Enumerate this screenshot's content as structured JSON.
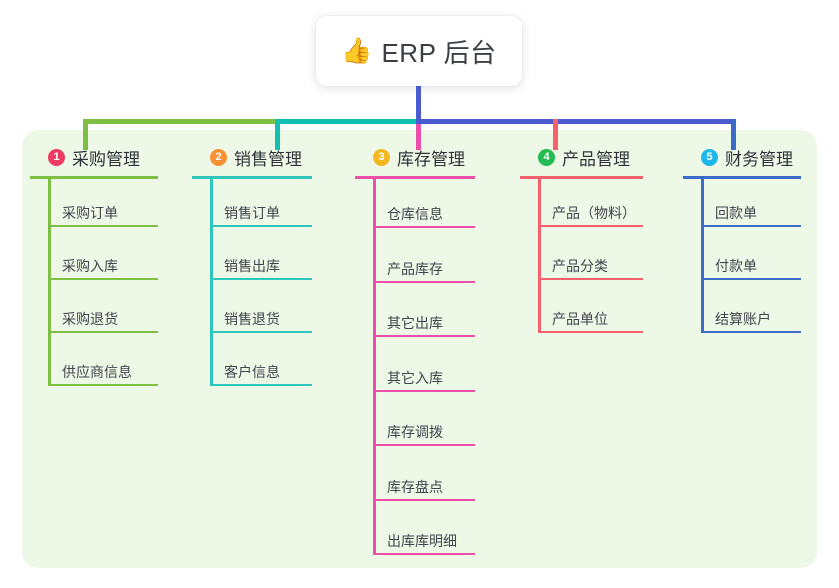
{
  "root": {
    "emoji": "👍",
    "icon_name": "thumbs-up-icon",
    "title": "ERP 后台"
  },
  "palette": {
    "panel_bg": "#eef8e7",
    "page_bg": "#ffffff",
    "stem_top": "#4a5bd0",
    "stem_bottom": "#ec4faa",
    "bus_green": "#7ebe43",
    "bus_teal": "#13bfb0",
    "bus_purple": "#4a5bd0",
    "drop_green": "#7ebe43",
    "drop_teal": "#13bfb0",
    "drop_red": "#f4606c",
    "drop_blue": "#3b6cc8"
  },
  "columns": [
    {
      "number": "1",
      "title": "采购管理",
      "badge_color": "#ef3b62",
      "line_color": "#7ebe43",
      "items": [
        {
          "label": "采购订单"
        },
        {
          "label": "采购入库"
        },
        {
          "label": "采购退货"
        },
        {
          "label": "供应商信息"
        }
      ]
    },
    {
      "number": "2",
      "title": "销售管理",
      "badge_color": "#f79234",
      "line_color": "#2ec6bb",
      "items": [
        {
          "label": "销售订单"
        },
        {
          "label": "销售出库"
        },
        {
          "label": "销售退货"
        },
        {
          "label": "客户信息"
        }
      ]
    },
    {
      "number": "3",
      "title": "库存管理",
      "badge_color": "#f5b721",
      "line_color": "#ee4fa8",
      "items": [
        {
          "label": "仓库信息"
        },
        {
          "label": "产品库存"
        },
        {
          "label": "其它出库"
        },
        {
          "label": "其它入库"
        },
        {
          "label": "库存调拨"
        },
        {
          "label": "库存盘点"
        },
        {
          "label": "出库库明细"
        }
      ]
    },
    {
      "number": "4",
      "title": "产品管理",
      "badge_color": "#23bb52",
      "line_color": "#f4606c",
      "items": [
        {
          "label": "产品（物料）"
        },
        {
          "label": "产品分类"
        },
        {
          "label": "产品单位"
        }
      ]
    },
    {
      "number": "5",
      "title": "财务管理",
      "badge_color": "#1eb8e8",
      "line_color": "#3b6cc8",
      "items": [
        {
          "label": "回款单"
        },
        {
          "label": "付款单"
        },
        {
          "label": "结算账户"
        }
      ]
    }
  ]
}
